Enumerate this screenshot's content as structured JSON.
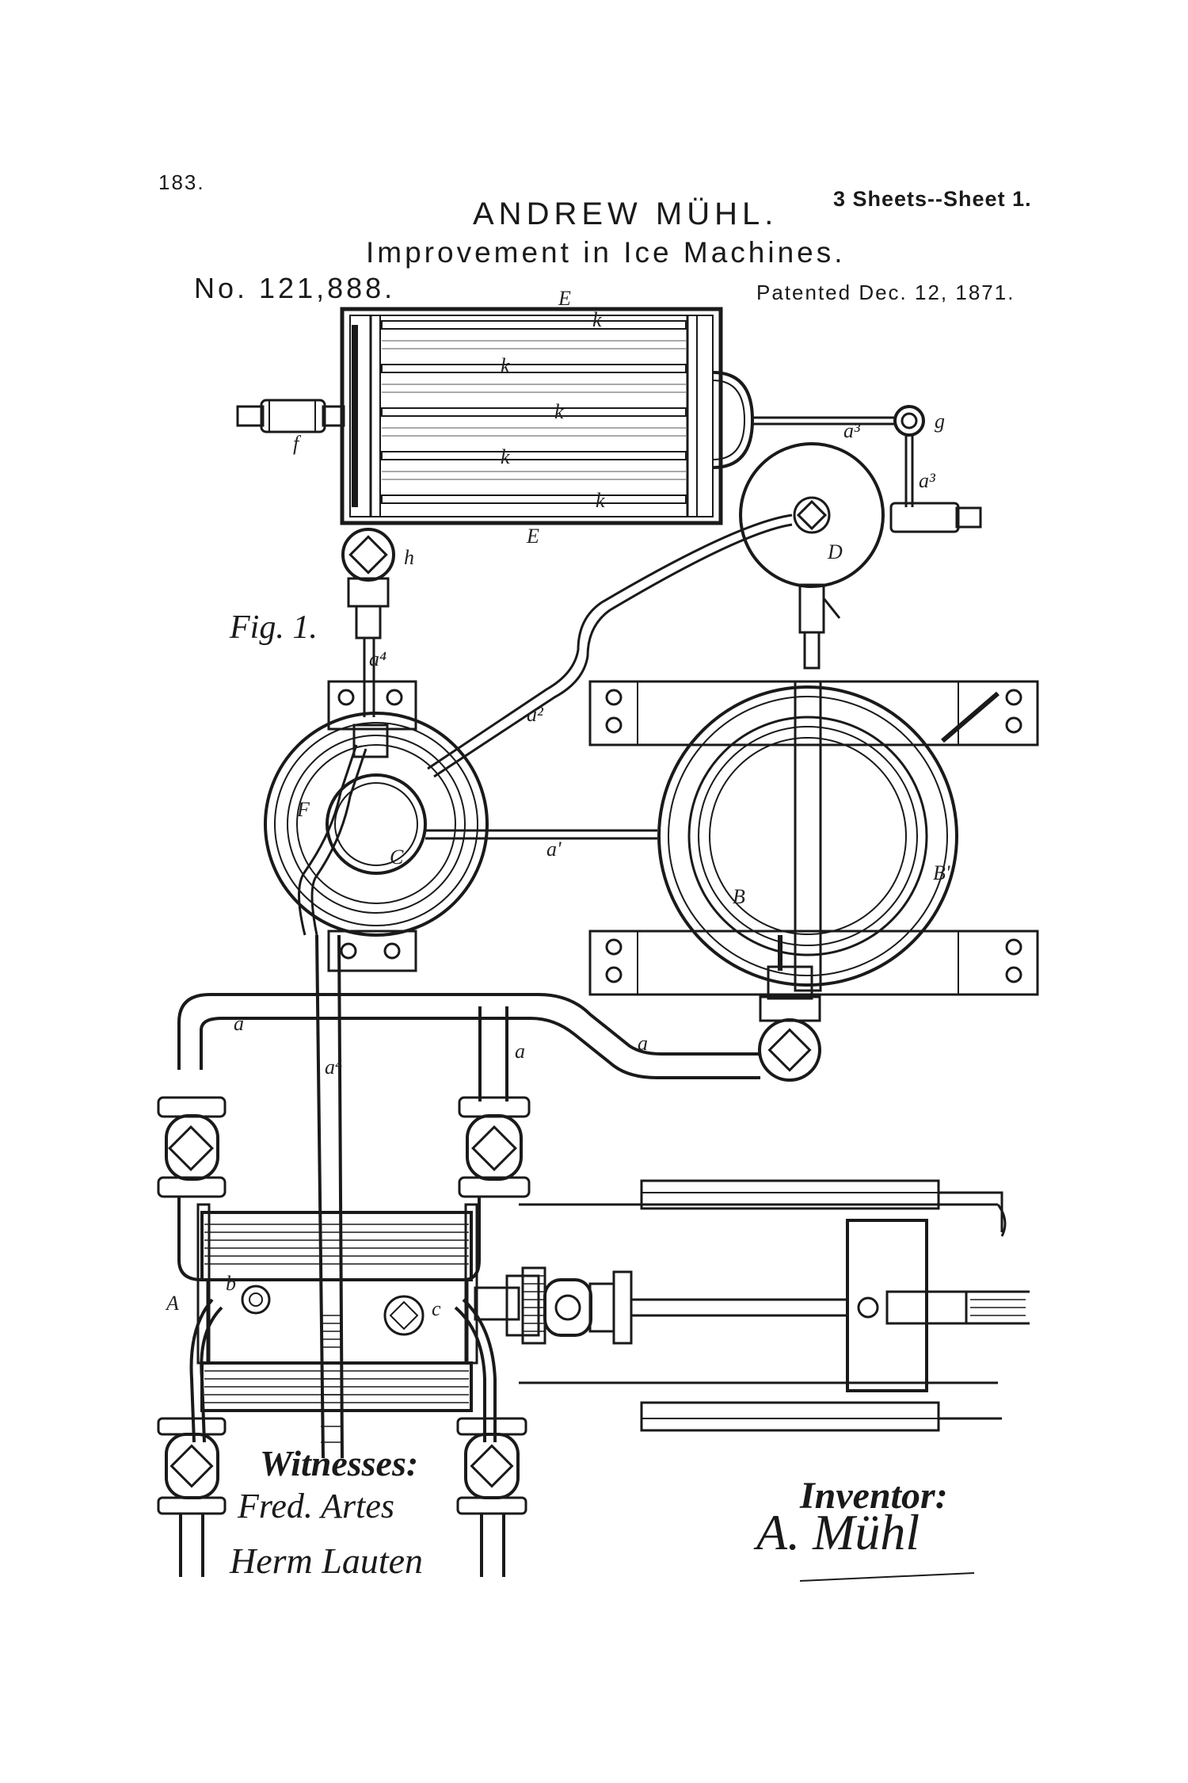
{
  "header": {
    "number": "183.",
    "inventor_name": "ANDREW MÜHL.",
    "sheets": "3 Sheets--Sheet 1.",
    "title": "Improvement in Ice Machines.",
    "patent_no": "No. 121,888.",
    "patent_date": "Patented Dec. 12, 1871."
  },
  "figure": {
    "label": "Fig. 1."
  },
  "part_labels": {
    "E_top": "E",
    "E_bottom": "E",
    "k": "k",
    "f": "f",
    "g": "g",
    "a3": "a³",
    "D": "D",
    "h": "h",
    "a4": "a⁴",
    "a2": "a²",
    "F": "F",
    "C": "C",
    "a1": "a'",
    "B": "B",
    "B1": "B'",
    "a": "a",
    "A": "A",
    "b": "b",
    "c": "c"
  },
  "footer": {
    "witnesses_label": "Witnesses:",
    "witness_1": "Fred. Artes",
    "witness_2": "Herm Lauten",
    "inventor_label": "Inventor:",
    "inventor_signature": "A. Mühl"
  },
  "colors": {
    "ink": "#1a1a1a",
    "paper": "#ffffff"
  }
}
